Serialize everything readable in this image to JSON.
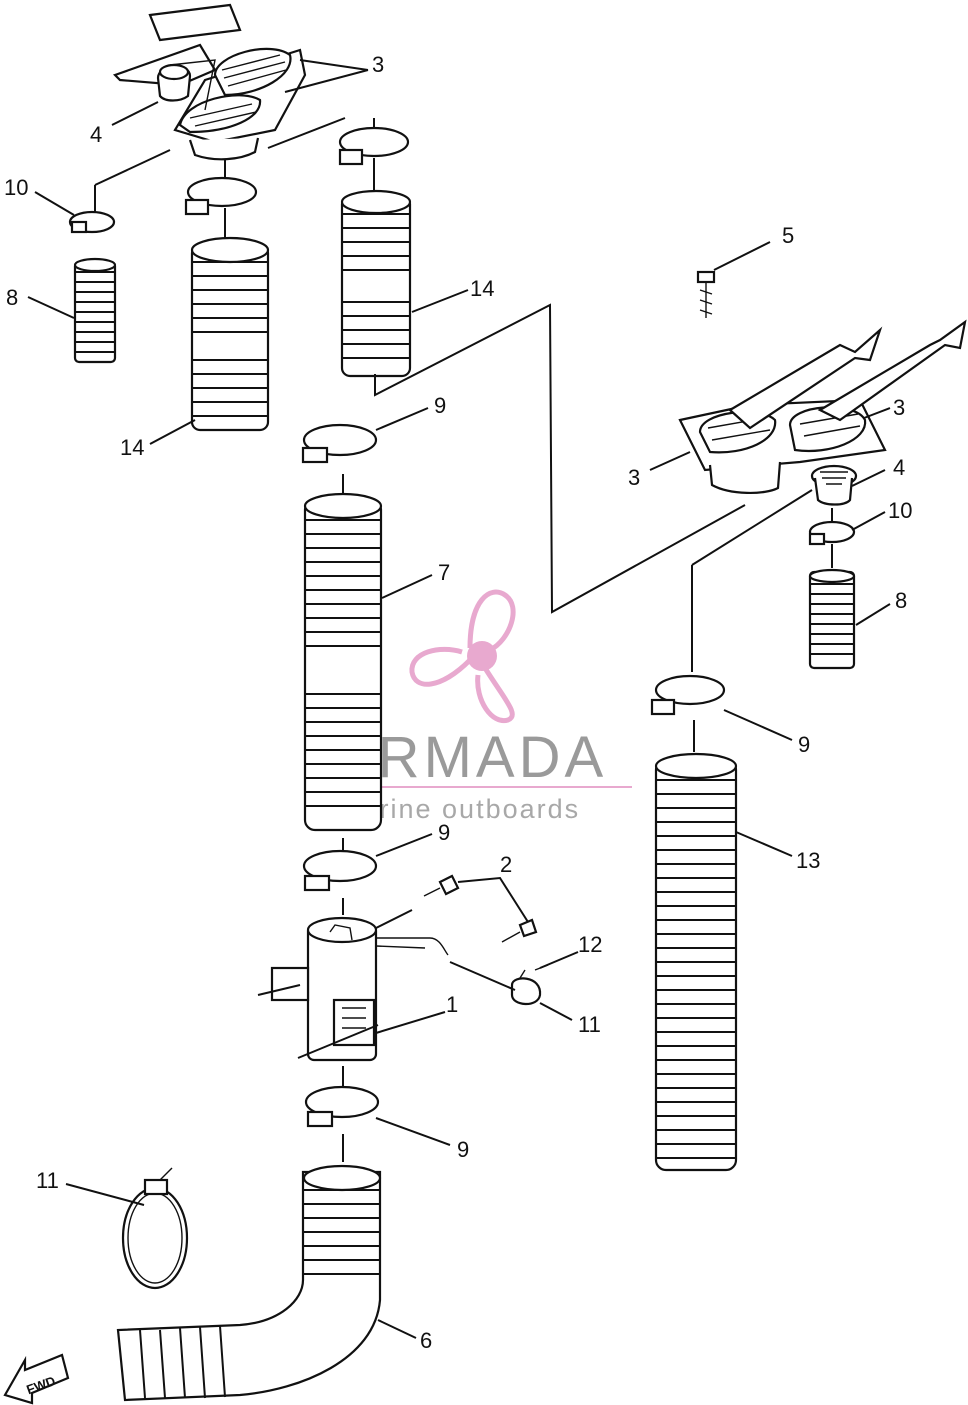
{
  "diagram": {
    "callouts": [
      {
        "id": "c3-top",
        "text": "3"
      },
      {
        "id": "c4-top",
        "text": "4"
      },
      {
        "id": "c10-left",
        "text": "10"
      },
      {
        "id": "c8-left",
        "text": "8"
      },
      {
        "id": "c14-right",
        "text": "14"
      },
      {
        "id": "c14-left",
        "text": "14"
      },
      {
        "id": "c9-upper",
        "text": "9"
      },
      {
        "id": "c7",
        "text": "7"
      },
      {
        "id": "c5",
        "text": "5"
      },
      {
        "id": "c3-right-a",
        "text": "3"
      },
      {
        "id": "c3-right-b",
        "text": "3"
      },
      {
        "id": "c4-right",
        "text": "4"
      },
      {
        "id": "c10-right",
        "text": "10"
      },
      {
        "id": "c8-right",
        "text": "8"
      },
      {
        "id": "c9-right",
        "text": "9"
      },
      {
        "id": "c13",
        "text": "13"
      },
      {
        "id": "c9-mid",
        "text": "9"
      },
      {
        "id": "c2",
        "text": "2"
      },
      {
        "id": "c12",
        "text": "12"
      },
      {
        "id": "c1",
        "text": "1"
      },
      {
        "id": "c11-right",
        "text": "11"
      },
      {
        "id": "c9-lower",
        "text": "9"
      },
      {
        "id": "c11-left",
        "text": "11"
      },
      {
        "id": "c6",
        "text": "6"
      }
    ],
    "fwd_label": "FWD"
  },
  "watermark": {
    "title": "ARMADA",
    "subtitle": "marine outboards",
    "accent_color": "#e8a9cf"
  }
}
